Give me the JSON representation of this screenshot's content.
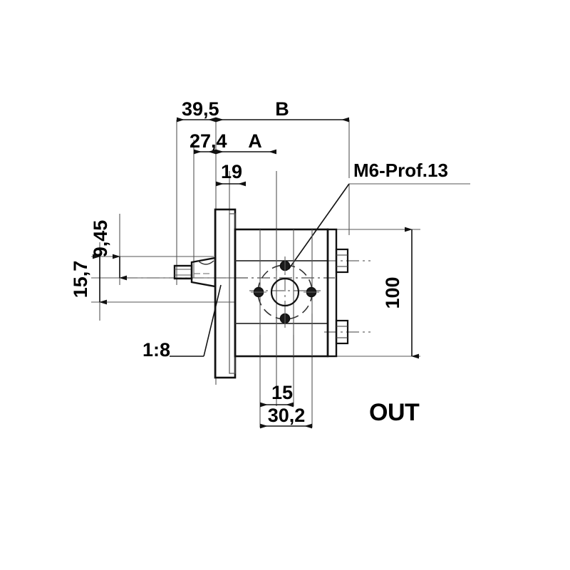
{
  "drawing": {
    "title": "Hydraulic gear pump dimensional drawing",
    "background_color": "#ffffff",
    "line_color": "#1a1a1a",
    "thin_line_color": "#4a4a4a",
    "dimensions": {
      "d_39_5": "39,5",
      "d_27_4": "27,4",
      "d_19": "19",
      "d_A": "A",
      "d_B": "B",
      "d_9_45": "9,45",
      "d_15_7": "15,7",
      "d_100": "100",
      "d_15": "15",
      "d_30_2": "30,2"
    },
    "callouts": {
      "thread_spec": "M6-Prof.13",
      "taper_spec": "1:8"
    },
    "labels": {
      "port_out": "OUT"
    }
  }
}
